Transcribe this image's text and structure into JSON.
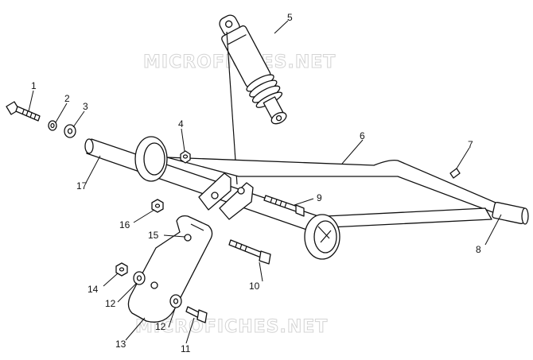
{
  "watermark": "MICROFICHES.NET",
  "callouts": [
    "1",
    "2",
    "3",
    "4",
    "5",
    "6",
    "7",
    "8",
    "9",
    "10",
    "11",
    "12",
    "12",
    "13",
    "14",
    "15",
    "16",
    "17"
  ]
}
